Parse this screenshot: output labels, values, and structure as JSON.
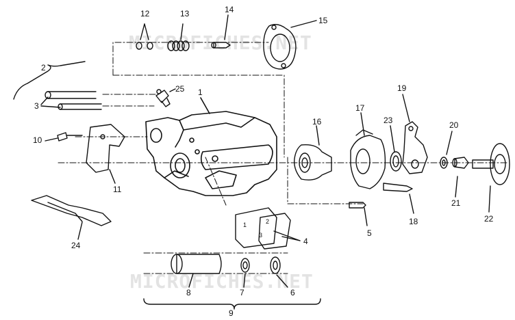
{
  "watermark": "MICROFICHES.NET",
  "callouts": {
    "c1": "1",
    "c2": "2",
    "c3": "3",
    "c4": "4",
    "c5": "5",
    "c6": "6",
    "c7": "7",
    "c8": "8",
    "c9": "9",
    "c10": "10",
    "c11": "11",
    "c12": "12",
    "c13": "13",
    "c14": "14",
    "c15": "15",
    "c16": "16",
    "c17": "17",
    "c18": "18",
    "c19": "19",
    "c20": "20",
    "c21": "21",
    "c22": "22",
    "c23": "23",
    "c24": "24",
    "c25": "25"
  },
  "pad_marks": {
    "a": "1",
    "b": "2",
    "c": "3"
  },
  "colors": {
    "ink": "#111111",
    "watermark": "#e3e3e3"
  }
}
